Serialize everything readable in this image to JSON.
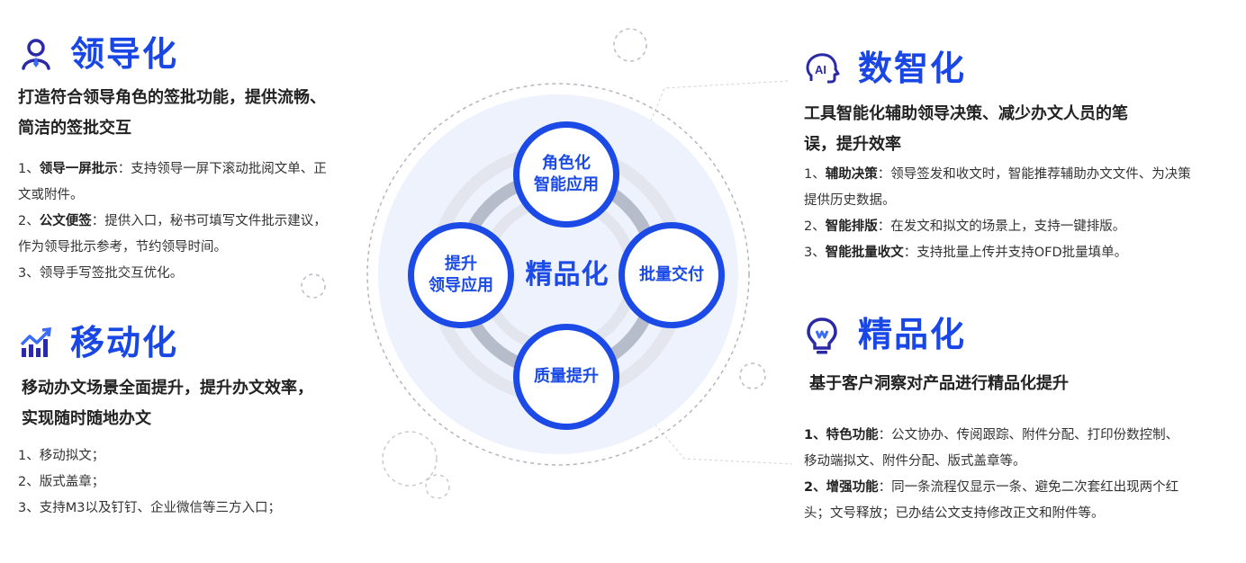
{
  "sections": {
    "leader": {
      "icon": "person-icon",
      "title": "领导化",
      "subtitle_lines": [
        "打造符合领导角色的签批功能，提供流畅、",
        "简洁的签批交互"
      ],
      "items": [
        {
          "prefix": "1、",
          "bold": "领导一屏批示",
          "text": "：支持领导一屏下滚动批阅文单、正"
        },
        {
          "prefix": "",
          "bold": "",
          "text": "文或附件。"
        },
        {
          "prefix": "2、",
          "bold": "公文便签",
          "text": "：提供入口，秘书可填写文件批示建议，"
        },
        {
          "prefix": "",
          "bold": "",
          "text": "作为领导批示参考，节约领导时间。"
        },
        {
          "prefix": "3、",
          "bold": "",
          "text": "领导手写签批交互优化。"
        }
      ]
    },
    "mobile": {
      "icon": "trend-chart-icon",
      "title": "移动化",
      "subtitle_lines": [
        "移动办文场景全面提升，提升办文效率，",
        "实现随时随地办文"
      ],
      "items": [
        {
          "prefix": "1、",
          "bold": "",
          "text": "移动拟文；"
        },
        {
          "prefix": "2、",
          "bold": "",
          "text": "版式盖章；"
        },
        {
          "prefix": "3、",
          "bold": "",
          "text": "支持M3以及钉钉、企业微信等三方入口；"
        }
      ]
    },
    "smart": {
      "icon": "ai-head-icon",
      "icon_text": "AI",
      "title": "数智化",
      "subtitle_lines": [
        "工具智能化辅助领导决策、减少办文人员的笔",
        "误，提升效率"
      ],
      "items": [
        {
          "prefix": "1、",
          "bold": "辅助决策",
          "text": "：领导签发和收文时，智能推荐辅助办文文件、为决策"
        },
        {
          "prefix": "",
          "bold": "",
          "text": "提供历史数据。"
        },
        {
          "prefix": "2、",
          "bold": "智能排版",
          "text": "：在发文和拟文的场景上，支持一键排版。"
        },
        {
          "prefix": "3、",
          "bold": "智能批量收文",
          "text": "：支持批量上传并支持OFD批量填单。"
        }
      ]
    },
    "quality": {
      "icon": "lightbulb-icon",
      "title": "精品化",
      "subtitle_lines": [
        "基于客户洞察对产品进行精品化提升"
      ],
      "items": [
        {
          "prefix": "1、",
          "bold": "特色功能",
          "text": "：公文协办、传阅跟踪、附件分配、打印份数控制、"
        },
        {
          "prefix": "",
          "bold": "",
          "text": "移动端拟文、附件分配、版式盖章等。"
        },
        {
          "prefix": "2、",
          "bold": "增强功能",
          "text": "：同一条流程仅显示一条、避免二次套红出现两个红"
        },
        {
          "prefix": "",
          "bold": "",
          "text": "头；文号释放；已办结公文支持修改正文和附件等。"
        }
      ]
    }
  },
  "diagram": {
    "center": "精品化",
    "nodes": {
      "top": "角色化\n智能应用",
      "left": "提升\n领导应用",
      "right": "批量交付",
      "bottom": "质量提升"
    }
  },
  "colors": {
    "accent": "#1b4ae6",
    "title": "#1947e5",
    "icon_purple": "#2b2aa6",
    "halo": "#eef2fd"
  }
}
